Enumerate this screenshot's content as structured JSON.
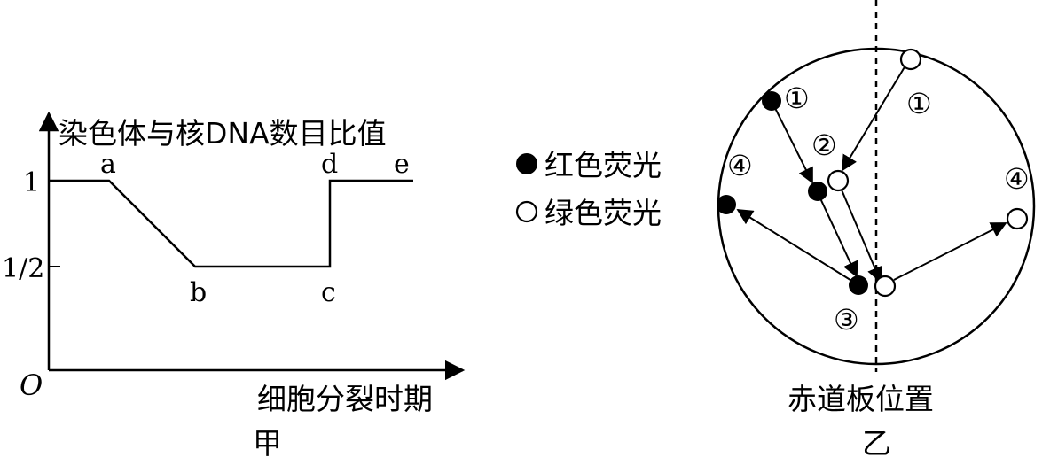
{
  "figure_a": {
    "caption": "甲",
    "y_axis_label": "染色体与核DNA数目比值",
    "x_axis_label": "细胞分裂时期",
    "origin_label": "O",
    "y_ticks": [
      "1",
      "1/2"
    ],
    "point_labels": [
      "a",
      "b",
      "c",
      "d",
      "e"
    ],
    "chart_data": {
      "type": "line",
      "title": "",
      "xlabel": "细胞分裂时期",
      "ylabel": "染色体与核DNA数目比值",
      "y_ticks": [
        1,
        0.5
      ],
      "series": [
        {
          "points": [
            {
              "label": "",
              "y": 1
            },
            {
              "label": "a",
              "y": 1
            },
            {
              "label": "b",
              "y": 0.5
            },
            {
              "label": "c",
              "y": 0.5
            },
            {
              "label": "d",
              "y": 1
            },
            {
              "label": "e",
              "y": 1
            }
          ]
        }
      ]
    }
  },
  "figure_b": {
    "caption": "乙",
    "plate_label": "赤道板位置",
    "legend": [
      {
        "marker": "filled-circle",
        "label": "红色荧光"
      },
      {
        "marker": "hollow-circle",
        "label": "绿色荧光"
      }
    ],
    "markers": {
      "red_1": "①",
      "green_1": "①",
      "step_2": "②",
      "step_3": "③",
      "red_4": "④",
      "green_4": "④"
    }
  }
}
